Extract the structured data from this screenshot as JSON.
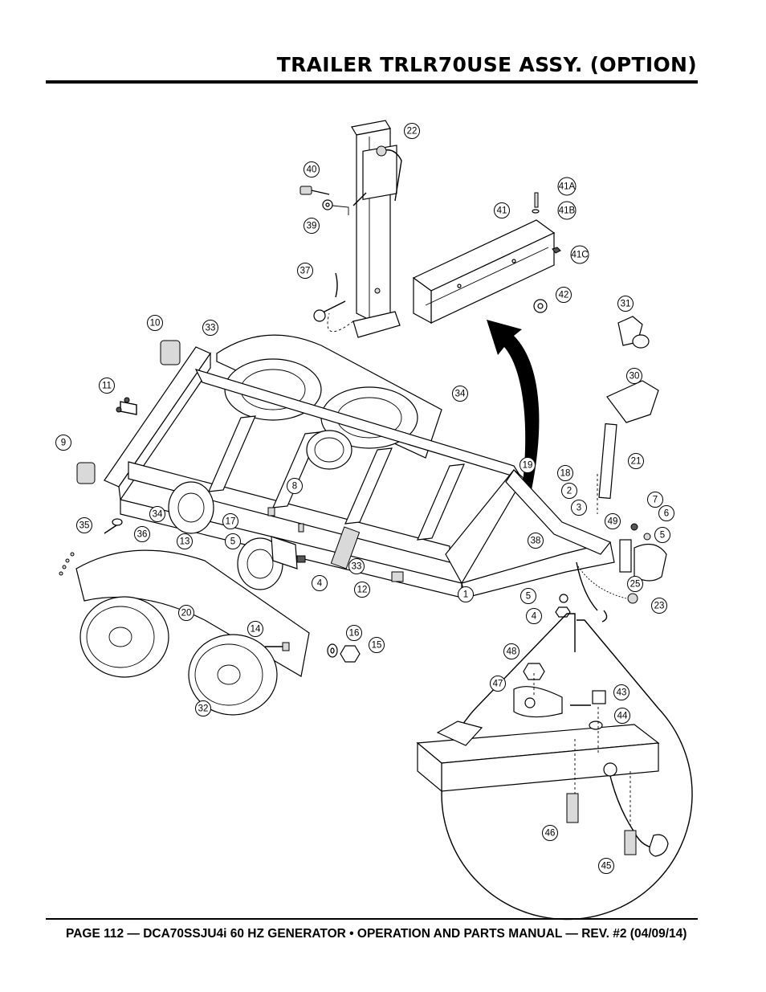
{
  "header": {
    "title": "TRAILER TRLR70USE ASSY. (OPTION)"
  },
  "footer": {
    "text": "PAGE 112 — DCA70SSJU4i 60 HZ GENERATOR • OPERATION AND PARTS MANUAL — REV. #2 (04/09/14)"
  },
  "callouts": [
    "22",
    "40",
    "41A",
    "41B",
    "41",
    "39",
    "41C",
    "37",
    "42",
    "31",
    "10",
    "33",
    "30",
    "11",
    "34",
    "9",
    "19",
    "18",
    "21",
    "8",
    "2",
    "7",
    "3",
    "6",
    "34",
    "49",
    "5",
    "35",
    "36",
    "17",
    "5",
    "38",
    "13",
    "33",
    "25",
    "4",
    "12",
    "1",
    "5",
    "23",
    "20",
    "4",
    "14",
    "16",
    "15",
    "48",
    "47",
    "43",
    "44",
    "32",
    "46",
    "45"
  ]
}
